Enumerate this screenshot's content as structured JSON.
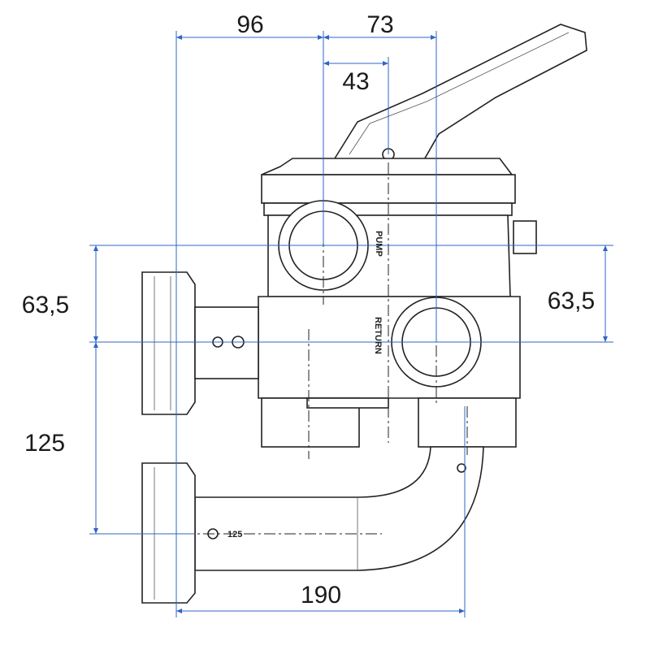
{
  "dimensions": {
    "top_left": "96",
    "top_right": "73",
    "top_inner": "43",
    "left_upper": "63,5",
    "right": "63,5",
    "left_lower": "125",
    "bottom": "190"
  },
  "labels": {
    "pump": "PUMP",
    "return": "RETURN",
    "pipe_size": "125"
  },
  "colors": {
    "dimension_lines": "#2f64c8",
    "outline": "#222222"
  }
}
